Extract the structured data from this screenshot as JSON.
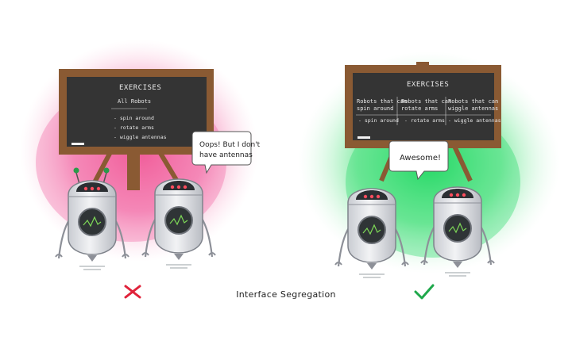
{
  "caption": "Interface Segregation",
  "bad_example": {
    "board_title": "EXERCISES",
    "board_heading": "All Robots",
    "board_items": [
      "- spin around",
      "- rotate arms",
      "- wiggle antennas"
    ],
    "speech": [
      "Oops! But I don't",
      "have antennas"
    ],
    "mark": "cross-icon",
    "mark_color": "#e0223a",
    "glow_color": "#f472b6"
  },
  "good_example": {
    "board_title": "EXERCISES",
    "columns": [
      {
        "heading": [
          "Robots that can",
          "spin around"
        ],
        "item": "- spin around"
      },
      {
        "heading": [
          "Robots that can",
          "rotate arms"
        ],
        "item": "- rotate arms"
      },
      {
        "heading": [
          "Robots that can",
          "wiggle antennas"
        ],
        "item": "- wiggle antennas"
      }
    ],
    "speech": "Awesome!",
    "mark": "check-icon",
    "mark_color": "#1fa84b",
    "glow_color": "#4ade80"
  }
}
